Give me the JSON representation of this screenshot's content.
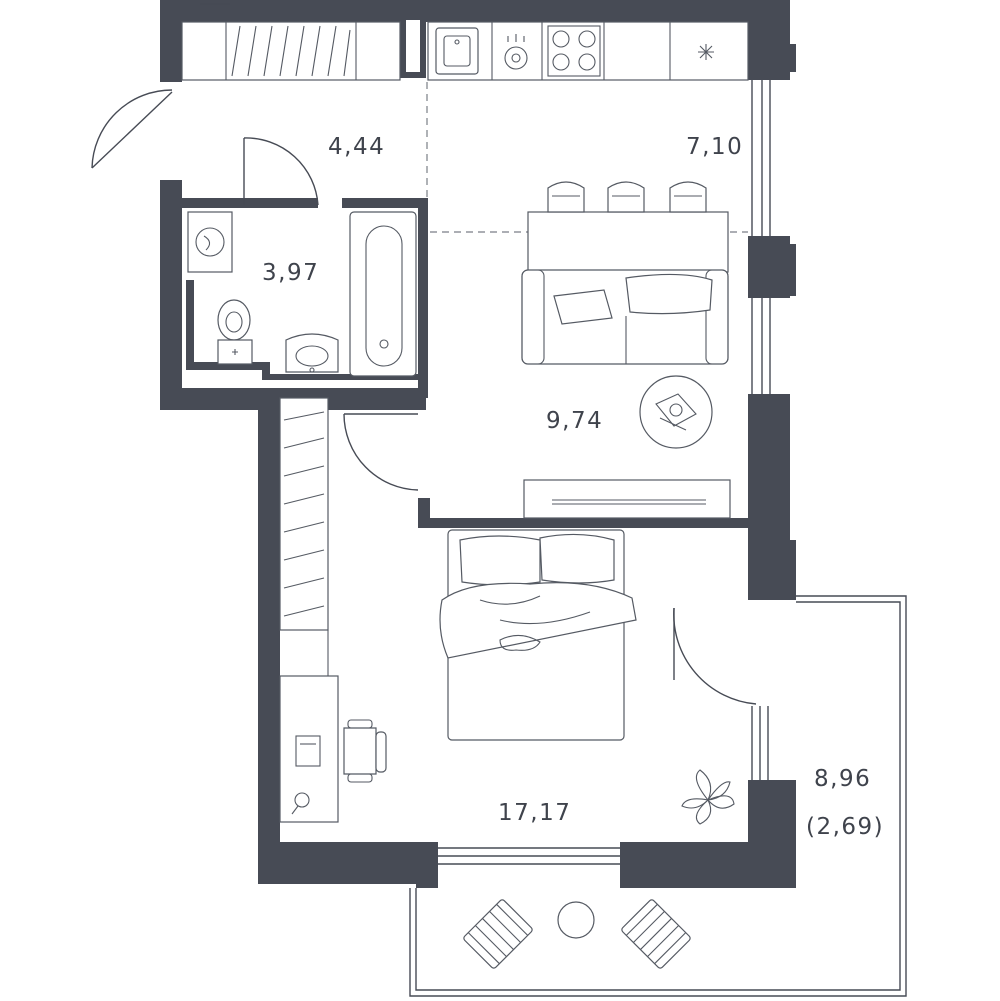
{
  "rooms": {
    "hallway": {
      "area": "4,44"
    },
    "kitchen": {
      "area": "7,10"
    },
    "bathroom": {
      "area": "3,97"
    },
    "living": {
      "area": "9,74"
    },
    "bedroom": {
      "area": "17,17"
    },
    "balcony": {
      "area": "8,96",
      "reduced_area": "(2,69)"
    }
  },
  "colors": {
    "wall": "#474b55",
    "line": "#555a63",
    "background": "#ffffff"
  }
}
